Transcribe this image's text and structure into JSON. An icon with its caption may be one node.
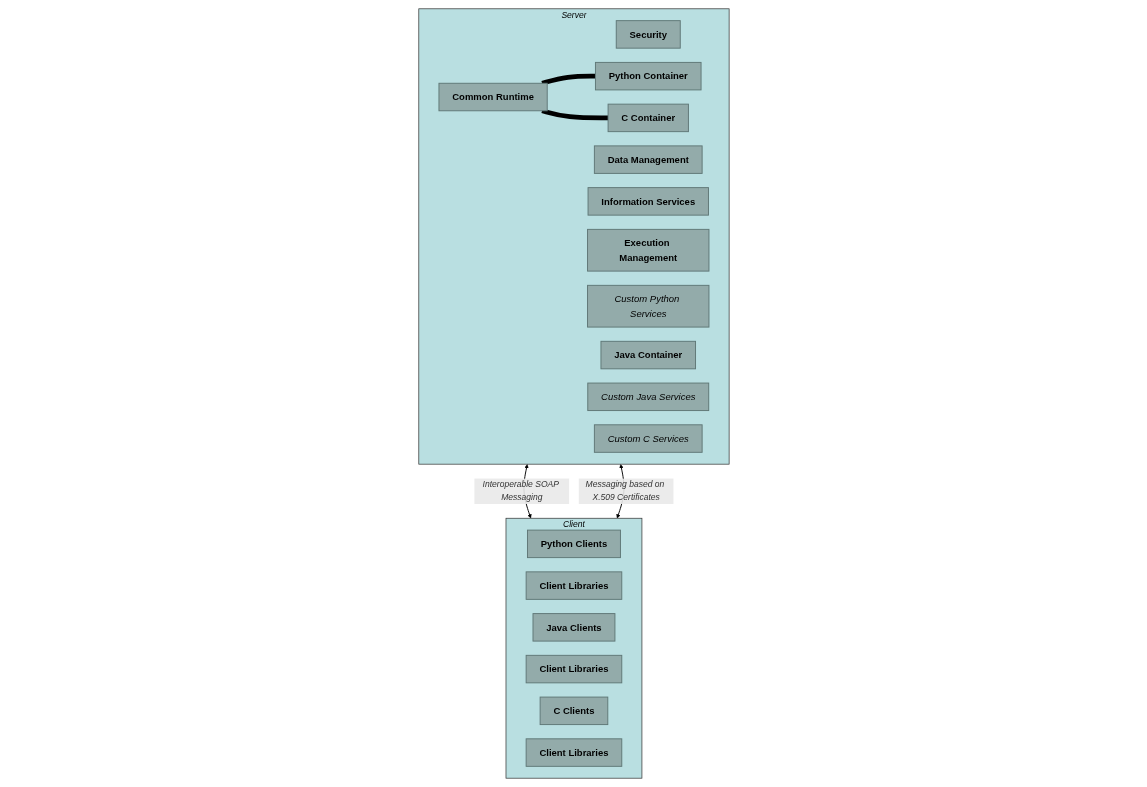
{
  "diagram": {
    "nodes": [
      {
        "text": [
          "Server"
        ]
      },
      {
        "text": [
          "Security"
        ],
        "in": 0
      },
      {
        "text": [
          "Data Management"
        ],
        "in": 0
      },
      {
        "text": [
          "Information Services"
        ],
        "in": 0
      },
      {
        "text": [
          "Common Runtime"
        ],
        "in": 0
      },
      {
        "text": [
          "Execution Management"
        ],
        "in": 0
      },
      {
        "text": [
          "Python Container"
        ],
        "in": 0
      },
      {
        "text": [
          "Custom Python Services"
        ],
        "in": 0
      },
      {
        "text": [
          "Java Container"
        ],
        "in": 0
      },
      {
        "text": [
          "Custom Java Services"
        ],
        "in": 0
      },
      {
        "text": [
          "C Container"
        ],
        "in": 0
      },
      {
        "text": [
          "Custom C Services"
        ],
        "in": 0
      },
      {
        "text": [
          "Client"
        ]
      },
      {
        "text": [
          "Python Clients"
        ],
        "in": 12
      },
      {
        "text": [
          "Client Libraries"
        ],
        "in": 12
      },
      {
        "text": [
          "Java Clients"
        ],
        "in": 12
      },
      {
        "text": [
          "Client Libraries"
        ],
        "in": 12
      },
      {
        "text": [
          "C Clients"
        ],
        "in": 12
      },
      {
        "text": [
          "Client Libraries"
        ],
        "in": 12
      }
    ],
    "edges": [
      {
        "from": 4,
        "to": 6,
        "arrow": "none",
        "style": "thick"
      },
      {
        "from": 4,
        "to": 10,
        "arrow": "none",
        "style": "thick"
      },
      {
        "from": 0,
        "to": 12,
        "arrow": "both",
        "label": "Interoperable SOAP Messaging"
      },
      {
        "from": 0,
        "to": 12,
        "arrow": "both",
        "label": "Messaging based on X.509 Certificates"
      }
    ]
  }
}
